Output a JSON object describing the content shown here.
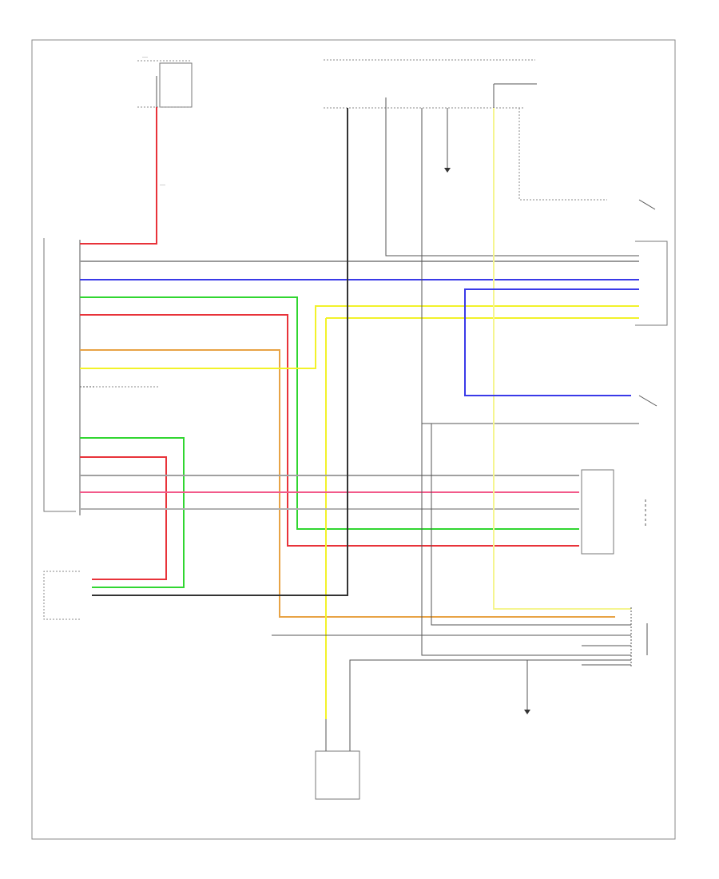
{
  "page_code": "",
  "colors": {
    "red": "#e8333a",
    "blue": "#3a3ae8",
    "green": "#31d631",
    "yellow": "#f2f22a",
    "orange": "#e8a345",
    "black": "#333333",
    "gray": "#8a8a8a",
    "pink": "#f25a8a"
  },
  "components": [
    {
      "id": "fuse-top-left",
      "icon": "fuse-icon"
    },
    {
      "id": "fuse-top-right",
      "icon": "fuse-icon"
    },
    {
      "id": "main-left-ecu",
      "icon": "connector-block-icon"
    },
    {
      "id": "right-upper-connector",
      "icon": "connector-block-icon"
    },
    {
      "id": "right-switch",
      "icon": "switch-icon"
    },
    {
      "id": "right-middle-module",
      "icon": "connector-block-icon"
    },
    {
      "id": "bottom-left-connector",
      "icon": "connector-block-icon"
    },
    {
      "id": "bottom-right-connector",
      "icon": "connector-block-icon"
    },
    {
      "id": "bottom-center-module",
      "icon": "module-icon"
    },
    {
      "id": "ground-1",
      "icon": "ground-icon"
    },
    {
      "id": "ground-2",
      "icon": "ground-icon"
    }
  ]
}
